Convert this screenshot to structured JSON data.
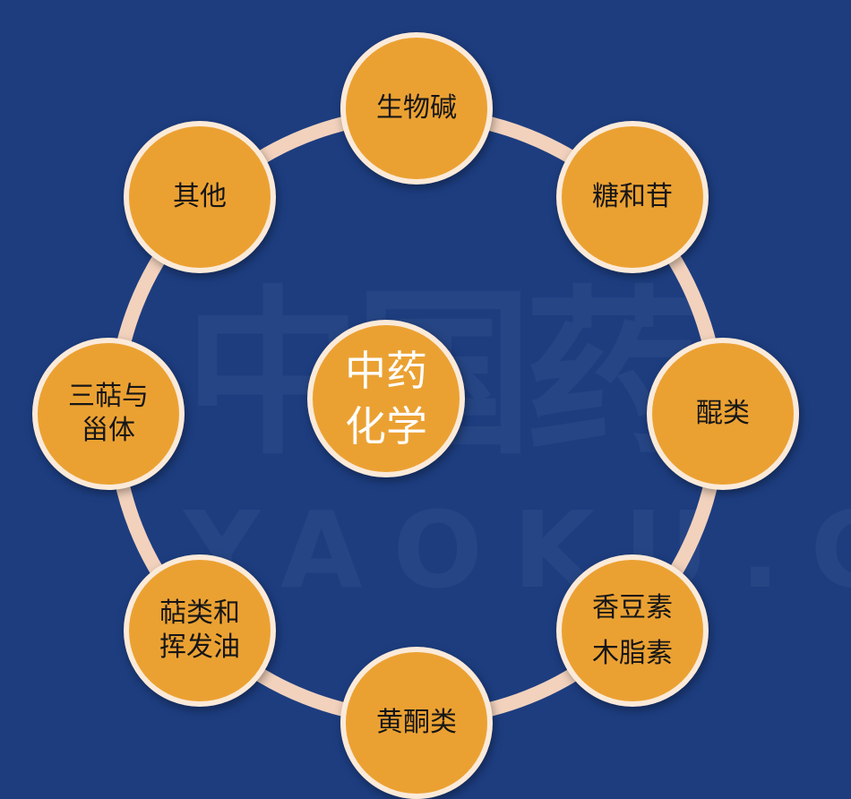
{
  "watermark": {
    "chinese": "中国药",
    "latin": "YAOKU.CO"
  },
  "center": {
    "line1": "中药",
    "line2": "化学"
  },
  "nodes": {
    "top": [
      "生物碱"
    ],
    "top_right": [
      "糖和苷"
    ],
    "right": [
      "醌类"
    ],
    "bottom_right": [
      "香豆素",
      "木脂素"
    ],
    "bottom": [
      "黄酮类"
    ],
    "bottom_left": [
      "萜类和",
      "挥发油"
    ],
    "left": [
      "三萜与",
      "甾体"
    ],
    "top_left": [
      "其他"
    ]
  },
  "colors": {
    "background": "#1d3d7f",
    "node_fill": "#eba132",
    "ring": "#f2d2bd",
    "node_border": "#fbead9",
    "center_text": "#ffffff",
    "node_text": "#161616"
  }
}
